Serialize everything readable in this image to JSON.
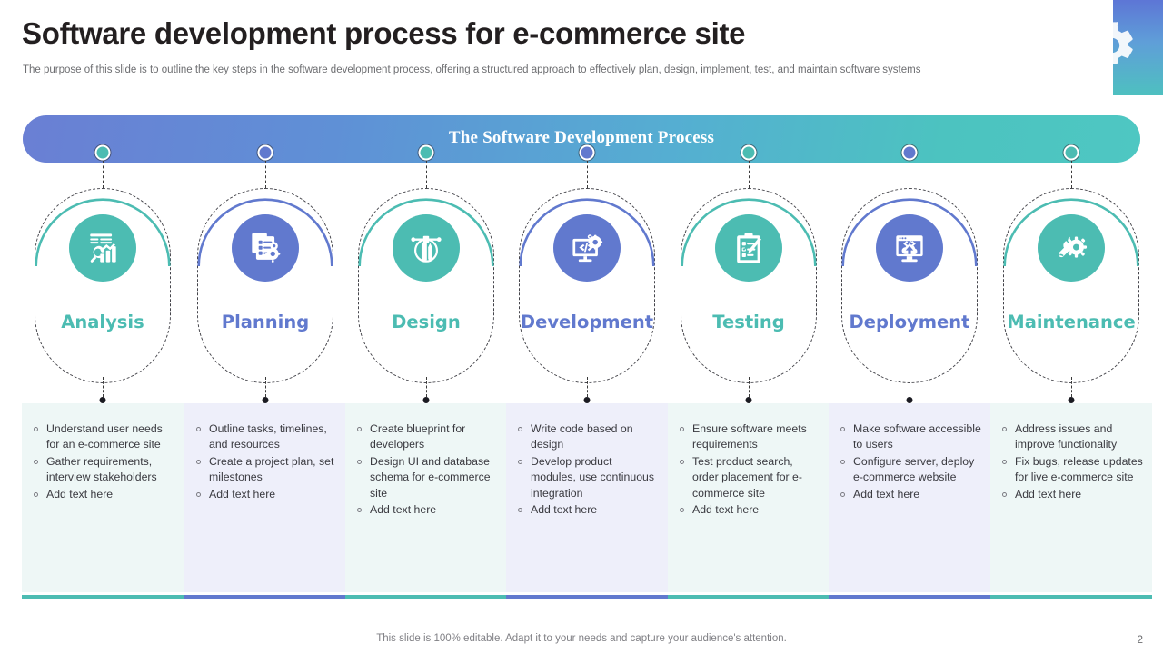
{
  "header": {
    "title": "Software development process for e-commerce site",
    "subtitle": "The purpose of this slide is to outline the key steps in the software development process, offering a structured approach to effectively plan, design, implement, test, and maintain software systems",
    "corner_icon": "gear-icon"
  },
  "banner": {
    "title": "The Software Development Process"
  },
  "colors": {
    "teal": "#4cbcb2",
    "indigo": "#6179ce",
    "teal_card_bg": "#eef7f6",
    "indigo_card_bg": "#eeeffa",
    "title_text": "#231f20",
    "subtitle_text": "#6d6e71",
    "body_text": "#3a3a40"
  },
  "stages": [
    {
      "label": "Analysis",
      "icon": "analysis-chart-magnifier-icon",
      "accent": "#4cbcb2",
      "card_bg": "#eef7f6",
      "bullets": [
        "Understand user needs for an e-commerce site",
        "Gather requirements, interview stakeholders",
        "Add text here"
      ]
    },
    {
      "label": "Planning",
      "icon": "checklist-gear-icon",
      "accent": "#6179ce",
      "card_bg": "#eeeffa",
      "bullets": [
        "Outline tasks, timelines, and resources",
        "Create a project plan, set milestones",
        "Add text here"
      ]
    },
    {
      "label": "Design",
      "icon": "ruler-pen-design-icon",
      "accent": "#4cbcb2",
      "card_bg": "#eef7f6",
      "bullets": [
        "Create blueprint for developers",
        "Design UI and database schema for e-commerce site",
        "Add text here"
      ]
    },
    {
      "label": "Development",
      "icon": "monitor-code-gear-icon",
      "accent": "#6179ce",
      "card_bg": "#eeeffa",
      "bullets": [
        "Write code based on design",
        "Develop product modules, use continuous integration",
        "Add text here"
      ]
    },
    {
      "label": "Testing",
      "icon": "clipboard-checklist-pen-icon",
      "accent": "#4cbcb2",
      "card_bg": "#eef7f6",
      "bullets": [
        "Ensure software meets requirements",
        "Test product search, order placement for e-commerce site",
        "Add text here"
      ]
    },
    {
      "label": "Deployment",
      "icon": "monitor-cloud-upload-icon",
      "accent": "#6179ce",
      "card_bg": "#eeeffa",
      "bullets": [
        "Make software accessible to users",
        "Configure server, deploy e-commerce website",
        "Add text here"
      ]
    },
    {
      "label": "Maintenance",
      "icon": "wrench-gear-icon",
      "accent": "#4cbcb2",
      "card_bg": "#eef7f6",
      "bullets": [
        "Address issues and improve functionality",
        "Fix bugs, release updates for live e-commerce site",
        "Add text here"
      ]
    }
  ],
  "footer": {
    "note": "This slide is 100% editable. Adapt it to your needs and capture your audience's attention.",
    "page_number": "2"
  }
}
